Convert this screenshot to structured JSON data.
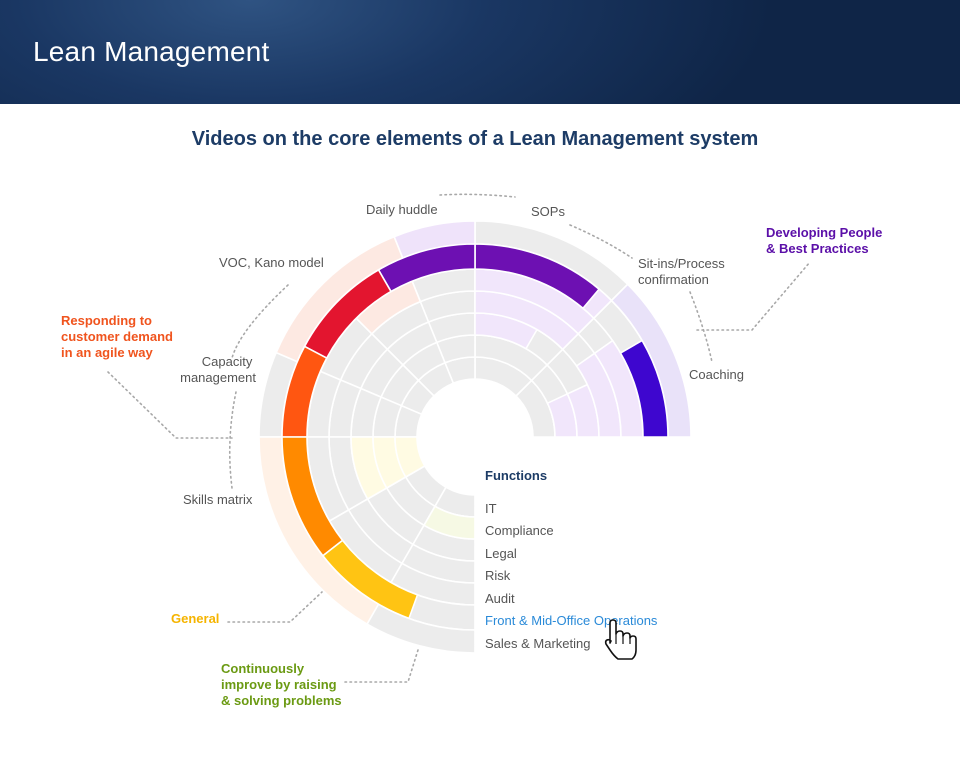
{
  "header": {
    "title": "Lean Management"
  },
  "diagram": {
    "title": "Videos on the core elements of a Lean Management system",
    "elements": [
      {
        "id": "daily-huddle",
        "label": "Daily huddle"
      },
      {
        "id": "sops",
        "label": "SOPs"
      },
      {
        "id": "sit-ins",
        "label": "Sit-ins/Process confirmation",
        "lines": [
          "Sit-ins/Process",
          "confirmation"
        ]
      },
      {
        "id": "coaching",
        "label": "Coaching"
      },
      {
        "id": "voc",
        "label": "VOC, Kano model"
      },
      {
        "id": "capacity",
        "label": "Capacity management",
        "lines": [
          "Capacity",
          "management"
        ]
      },
      {
        "id": "skills",
        "label": "Skills matrix"
      }
    ],
    "groups": [
      {
        "id": "developing",
        "lines": [
          "Developing People",
          "& Best Practices"
        ],
        "color": "#5b0fa8"
      },
      {
        "id": "responding",
        "lines": [
          "Responding to",
          "customer demand",
          "in an agile way"
        ],
        "color": "#f0541e"
      },
      {
        "id": "general",
        "lines": [
          "General"
        ],
        "color": "#f5b400"
      },
      {
        "id": "continuous",
        "lines": [
          "Continuously",
          "improve by raising",
          "& solving problems"
        ],
        "color": "#6b9a13"
      }
    ],
    "functions": {
      "title": "Functions",
      "items": [
        "IT",
        "Compliance",
        "Legal",
        "Risk",
        "Audit",
        "Front & Mid-Office Operations",
        "Sales & Marketing"
      ],
      "selected": "Front & Mid-Office Operations"
    },
    "colors": {
      "ring_bg": "#ececec",
      "ring_stroke": "#ffffff",
      "purple": "#6d10b2",
      "violet": "#3e06cf",
      "red": "#e3152f",
      "orange_red": "#ff5611",
      "orange": "#ff8a00",
      "yellow": "#ffc413",
      "link": "#2a8ad8"
    }
  }
}
